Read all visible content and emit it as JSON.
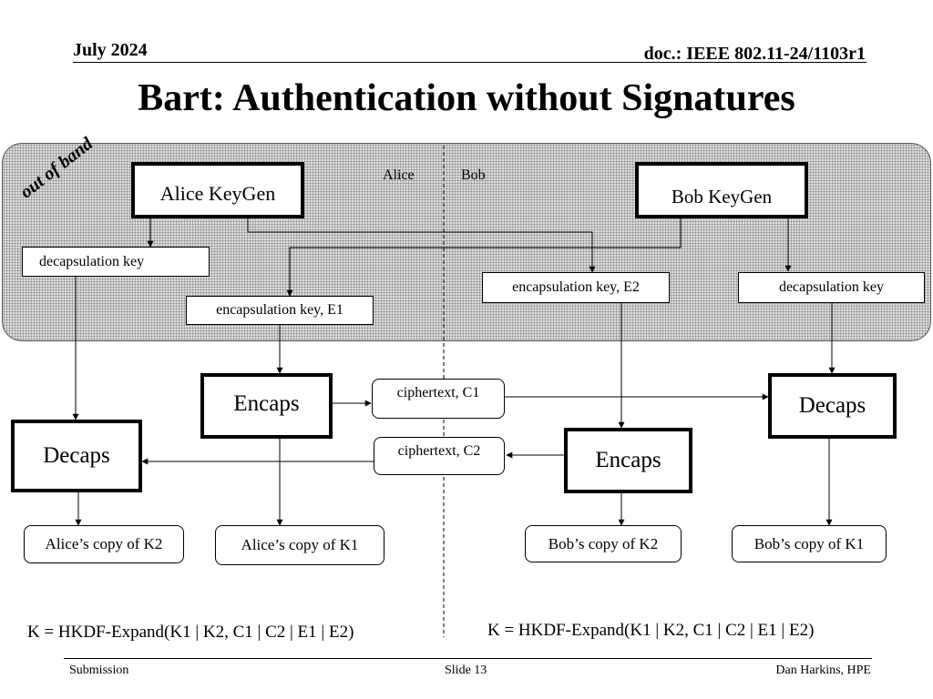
{
  "header": {
    "date": "July 2024",
    "doc_id": "doc.: IEEE 802.11-24/1103r1"
  },
  "title": "Bart: Authentication without Signatures",
  "diagram": {
    "out_of_band_label": "out of band",
    "alice_label": "Alice",
    "bob_label": "Bob",
    "alice_keygen": "Alice KeyGen",
    "bob_keygen": "Bob KeyGen",
    "alice_decap_key": "decapsulation key",
    "alice_encap_key": "encapsulation key, E1",
    "bob_encap_key": "encapsulation key, E2",
    "bob_decap_key": "decapsulation key",
    "alice_encaps": "Encaps",
    "alice_decaps": "Decaps",
    "bob_encaps": "Encaps",
    "bob_decaps": "Decaps",
    "ciphertext_c1": "ciphertext, C1",
    "ciphertext_c2": "ciphertext, C2",
    "alice_k2": "Alice’s copy of K2",
    "alice_k1": "Alice’s copy of K1",
    "bob_k2": "Bob’s copy of K2",
    "bob_k1": "Bob’s copy of K1",
    "formula_alice": "K = HKDF-Expand(K1 | K2, C1 | C2 | E1 | E2)",
    "formula_bob": "K = HKDF-Expand(K1 | K2, C1 | C2 | E1 | E2)"
  },
  "footer": {
    "left": "Submission",
    "center": "Slide 13",
    "right": "Dan Harkins, HPE"
  }
}
